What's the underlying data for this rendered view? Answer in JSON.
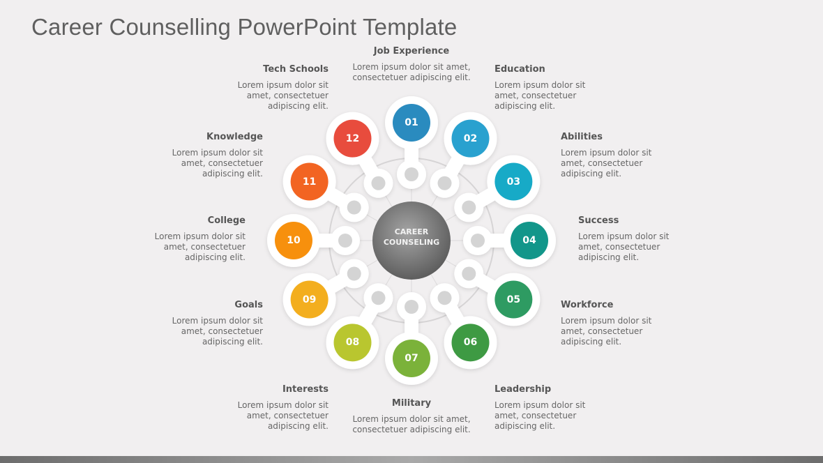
{
  "title": "Career Counselling PowerPoint Template",
  "center": {
    "line1": "CAREER",
    "line2": "COUNSELING",
    "color": "#7a7a7a"
  },
  "items": [
    {
      "num": "01",
      "title": "Job Experience",
      "desc": "Lorem ipsum dolor sit amet, consectetuer adipiscing elit.",
      "color": "#2a8bbf"
    },
    {
      "num": "02",
      "title": "Education",
      "desc": "Lorem ipsum dolor sit amet, consectetuer adipiscing elit.",
      "color": "#29a1cf"
    },
    {
      "num": "03",
      "title": "Abilities",
      "desc": "Lorem ipsum dolor sit amet, consectetuer adipiscing elit.",
      "color": "#17aac7"
    },
    {
      "num": "04",
      "title": "Success",
      "desc": "Lorem ipsum dolor sit amet, consectetuer adipiscing elit.",
      "color": "#12968a"
    },
    {
      "num": "05",
      "title": "Workforce",
      "desc": "Lorem ipsum dolor sit amet, consectetuer adipiscing elit.",
      "color": "#2e9b62"
    },
    {
      "num": "06",
      "title": "Leadership",
      "desc": "Lorem ipsum dolor sit amet, consectetuer adipiscing elit.",
      "color": "#3e9a43"
    },
    {
      "num": "07",
      "title": "Military",
      "desc": "Lorem ipsum dolor sit amet, consectetuer adipiscing elit.",
      "color": "#7bb23a"
    },
    {
      "num": "08",
      "title": "Interests",
      "desc": "Lorem ipsum dolor sit amet, consectetuer adipiscing elit.",
      "color": "#b9c62f"
    },
    {
      "num": "09",
      "title": "Goals",
      "desc": "Lorem ipsum dolor sit amet, consectetuer adipiscing elit.",
      "color": "#f3ae1e"
    },
    {
      "num": "10",
      "title": "College",
      "desc": "Lorem ipsum dolor sit amet, consectetuer adipiscing elit.",
      "color": "#f7900d"
    },
    {
      "num": "11",
      "title": "Knowledge",
      "desc": "Lorem ipsum dolor sit amet, consectetuer adipiscing elit.",
      "color": "#f26422"
    },
    {
      "num": "12",
      "title": "Tech Schools",
      "desc": "Lorem ipsum dolor sit amet, consectetuer adipiscing elit.",
      "color": "#e84c3d"
    }
  ]
}
